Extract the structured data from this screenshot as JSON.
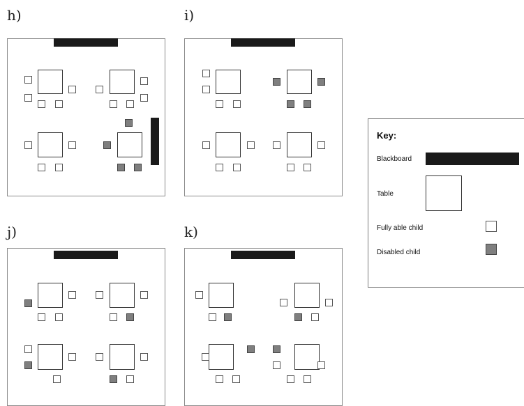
{
  "panels": [
    {
      "label": "h)",
      "layout": {
        "tables": [
          1,
          1,
          1,
          1
        ],
        "children": [
          {
            "status": "able"
          },
          {
            "status": "able"
          },
          {
            "status": "able"
          },
          {
            "status": "able"
          },
          {
            "status": "able"
          },
          {
            "status": "able"
          },
          {
            "status": "able"
          },
          {
            "status": "able"
          },
          {
            "status": "able"
          },
          {
            "status": "able"
          },
          {
            "status": "able"
          },
          {
            "status": "able"
          },
          {
            "status": "able"
          },
          {
            "status": "able"
          },
          {
            "status": "disabled"
          },
          {
            "status": "disabled"
          },
          {
            "status": "disabled"
          },
          {
            "status": "disabled"
          }
        ]
      }
    },
    {
      "label": "i)",
      "layout": {
        "tables": [
          1,
          1,
          1,
          1
        ],
        "children": [
          {
            "status": "able"
          },
          {
            "status": "able"
          },
          {
            "status": "able"
          },
          {
            "status": "able"
          },
          {
            "status": "disabled"
          },
          {
            "status": "disabled"
          },
          {
            "status": "disabled"
          },
          {
            "status": "disabled"
          },
          {
            "status": "able"
          },
          {
            "status": "able"
          },
          {
            "status": "able"
          },
          {
            "status": "able"
          },
          {
            "status": "able"
          },
          {
            "status": "able"
          },
          {
            "status": "able"
          },
          {
            "status": "able"
          }
        ]
      }
    },
    {
      "label": "j)",
      "layout": {
        "tables": [
          1,
          1,
          1,
          1
        ],
        "children": [
          {
            "status": "disabled"
          },
          {
            "status": "able"
          },
          {
            "status": "able"
          },
          {
            "status": "able"
          },
          {
            "status": "able"
          },
          {
            "status": "able"
          },
          {
            "status": "able"
          },
          {
            "status": "disabled"
          },
          {
            "status": "able"
          },
          {
            "status": "disabled"
          },
          {
            "status": "able"
          },
          {
            "status": "able"
          },
          {
            "status": "able"
          },
          {
            "status": "able"
          },
          {
            "status": "disabled"
          },
          {
            "status": "able"
          }
        ]
      }
    },
    {
      "label": "k)",
      "layout": {
        "tables": [
          1,
          1,
          1,
          1
        ],
        "children": [
          {
            "status": "able"
          },
          {
            "status": "able"
          },
          {
            "status": "disabled"
          },
          {
            "status": "able"
          },
          {
            "status": "able"
          },
          {
            "status": "disabled"
          },
          {
            "status": "able"
          },
          {
            "status": "able"
          },
          {
            "status": "able"
          },
          {
            "status": "able"
          },
          {
            "status": "disabled"
          },
          {
            "status": "disabled"
          },
          {
            "status": "able"
          },
          {
            "status": "able"
          },
          {
            "status": "able"
          },
          {
            "status": "able"
          }
        ]
      }
    }
  ],
  "key": {
    "title": "Key:",
    "blackboard": "Blackboard",
    "table": "Table",
    "able_child": "Fully able child",
    "disabled_child": "Disabled child"
  },
  "colors": {
    "blackboard": "#1a1a1a",
    "disabled_child": "#7f7f7f",
    "able_child": "#ffffff"
  }
}
